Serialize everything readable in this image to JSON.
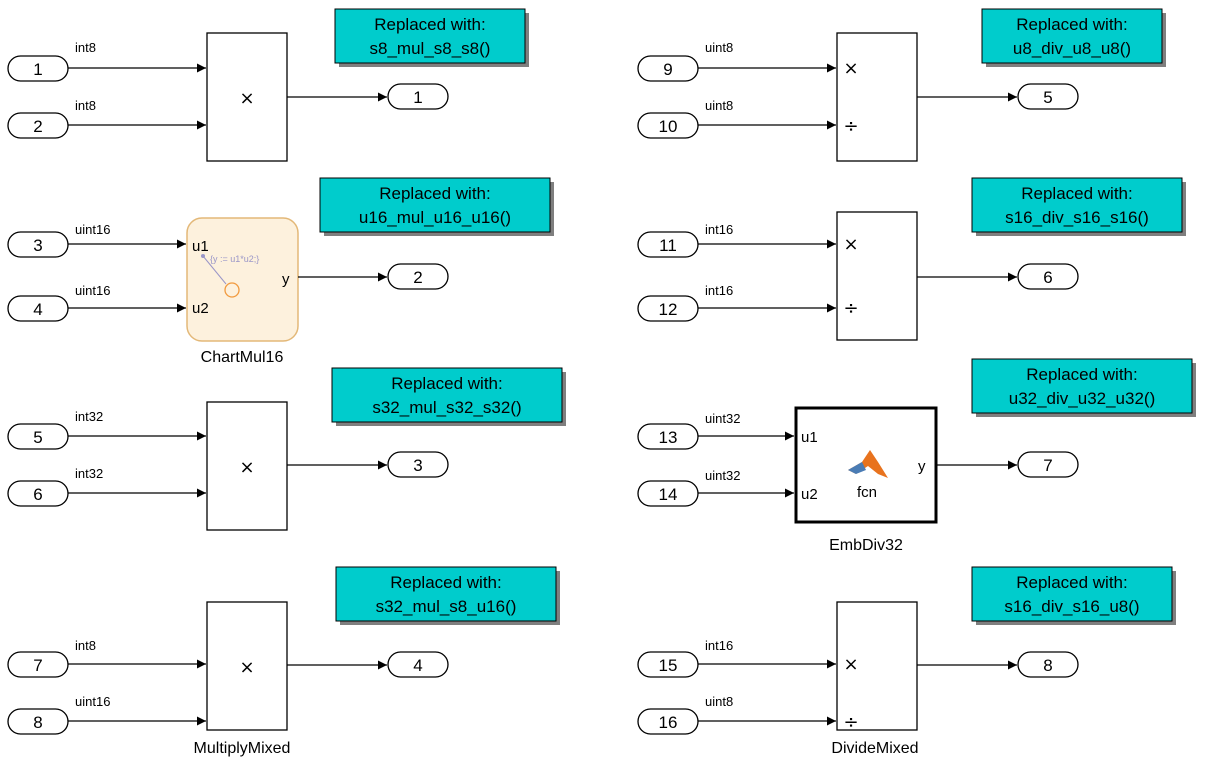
{
  "colors": {
    "annotation_fill": "#00cccc",
    "annotation_shadow": "#7f7f7f",
    "chart_fill": "#fdf1dd",
    "chart_border": "#e3b878",
    "chart_inner": "#9a96c8",
    "chart_junction": "#f19a3e",
    "matlab_icon": "#e8731e"
  },
  "annotations": {
    "a1": {
      "line1": "Replaced with:",
      "line2": "s8_mul_s8_s8()"
    },
    "a2": {
      "line1": "Replaced with:",
      "line2": "u16_mul_u16_u16()"
    },
    "a3": {
      "line1": "Replaced with:",
      "line2": "s32_mul_s32_s32()"
    },
    "a4": {
      "line1": "Replaced with:",
      "line2": "s32_mul_s8_u16()"
    },
    "a5": {
      "line1": "Replaced with:",
      "line2": "u8_div_u8_u8()"
    },
    "a6": {
      "line1": "Replaced with:",
      "line2": "s16_div_s16_s16()"
    },
    "a7": {
      "line1": "Replaced with:",
      "line2": "u32_div_u32_u32()"
    },
    "a8": {
      "line1": "Replaced with:",
      "line2": "s16_div_s16_u8()"
    }
  },
  "inports": {
    "p1": "1",
    "p2": "2",
    "p3": "3",
    "p4": "4",
    "p5": "5",
    "p6": "6",
    "p7": "7",
    "p8": "8",
    "p9": "9",
    "p10": "10",
    "p11": "11",
    "p12": "12",
    "p13": "13",
    "p14": "14",
    "p15": "15",
    "p16": "16"
  },
  "outports": {
    "o1": "1",
    "o2": "2",
    "o3": "3",
    "o4": "4",
    "o5": "5",
    "o6": "6",
    "o7": "7",
    "o8": "8"
  },
  "signals": {
    "s1": "int8",
    "s2": "int8",
    "s3": "uint16",
    "s4": "uint16",
    "s5": "int32",
    "s6": "int32",
    "s7": "int8",
    "s8": "uint16",
    "s9": "uint8",
    "s10": "uint8",
    "s11": "int16",
    "s12": "int16",
    "s13": "uint32",
    "s14": "uint32",
    "s15": "int16",
    "s16": "uint8"
  },
  "blocks": {
    "product_symbol": "×",
    "divide_symbol": "÷",
    "chart": {
      "name": "ChartMul16",
      "in1": "u1",
      "in2": "u2",
      "out": "y",
      "transition": "{y := u1*u2;}"
    },
    "multiply_mixed": {
      "name": "MultiplyMixed"
    },
    "emb_div": {
      "name": "EmbDiv32",
      "in1": "u1",
      "in2": "u2",
      "out": "y",
      "fcn": "fcn"
    },
    "divide_mixed": {
      "name": "DivideMixed"
    }
  }
}
